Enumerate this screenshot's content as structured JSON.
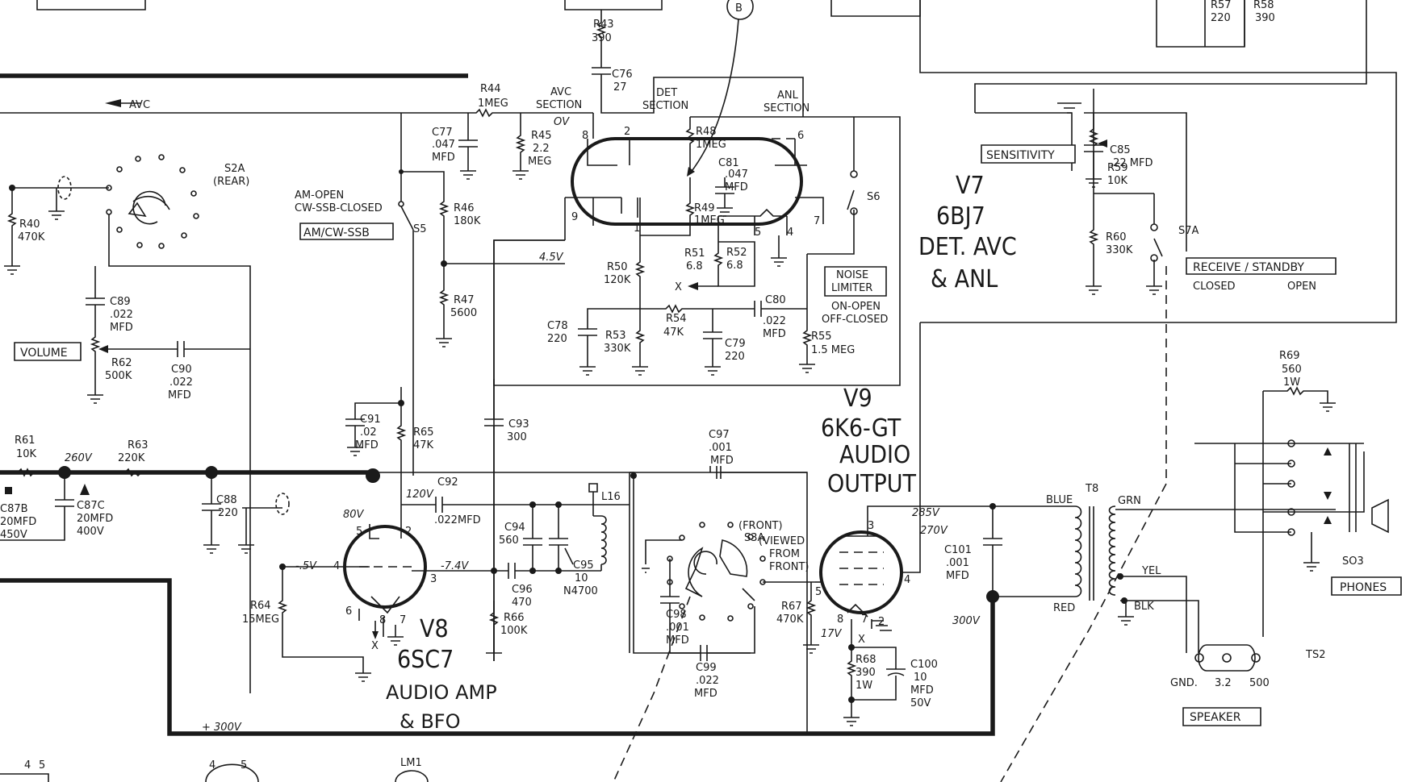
{
  "tubes": {
    "v7": {
      "designator": "V7",
      "type": "6BJ7",
      "function1": "DET. AVC",
      "function2": "& ANL"
    },
    "v8": {
      "designator": "V8",
      "type": "6SC7",
      "function1": "AUDIO AMP",
      "function2": "& BFO"
    },
    "v9": {
      "designator": "V9",
      "type": "6K6-GT",
      "function1": "AUDIO",
      "function2": "OUTPUT"
    }
  },
  "sections": {
    "avc1": "AVC",
    "avc2": "SECTION",
    "det1": "DET",
    "det2": "SECTION",
    "anl1": "ANL",
    "anl2": "SECTION"
  },
  "boxed_labels": {
    "sensitivity": "SENSITIVITY",
    "am_cw_ssb": "AM/CW-SSB",
    "volume": "VOLUME",
    "receive_standby": "RECEIVE / STANDBY",
    "noise_limiter1": "NOISE",
    "noise_limiter2": "LIMITER",
    "phones": "PHONES",
    "speaker": "SPEAKER"
  },
  "switches": {
    "s2a1": "S2A",
    "s2a2": "(REAR)",
    "s5": "S5",
    "s5_note1": "AM-OPEN",
    "s5_note2": "CW-SSB-CLOSED",
    "s6": "S6",
    "s6_note1": "ON-OPEN",
    "s6_note2": "OFF-CLOSED",
    "s7a": "S7A",
    "s7a_closed": "CLOSED",
    "s7a_open": "OPEN",
    "s3a": "S3A",
    "s3a_front": "(FRONT)",
    "s3a_viewed1": "(VIEWED",
    "s3a_viewed2": "FROM",
    "s3a_viewed3": "FRONT)"
  },
  "components": {
    "r43": [
      "R43",
      "390"
    ],
    "r44": [
      "R44",
      "1MEG"
    ],
    "r45": [
      "R45",
      "2.2",
      "MEG"
    ],
    "r46": [
      "R46",
      "180K"
    ],
    "r47": [
      "R47",
      "5600"
    ],
    "r48": [
      "R48",
      "1MEG"
    ],
    "r49": [
      "R49",
      "1MEG"
    ],
    "r50": [
      "R50",
      "120K"
    ],
    "r51": [
      "R51",
      "6.8"
    ],
    "r52": [
      "R52",
      "6.8"
    ],
    "r53": [
      "R53",
      "330K"
    ],
    "r54": [
      "R54",
      "47K"
    ],
    "r55": [
      "R55",
      "1.5 MEG"
    ],
    "r57": [
      "R57",
      "220"
    ],
    "r58": [
      "R58",
      "390"
    ],
    "r59": [
      "R59",
      "10K"
    ],
    "r60": [
      "R60",
      "330K"
    ],
    "r40": [
      "R40",
      "470K"
    ],
    "r61": [
      "R61",
      "10K"
    ],
    "r62": [
      "R62",
      "500K"
    ],
    "r63": [
      "R63",
      "220K"
    ],
    "r64": [
      "R64",
      "15MEG"
    ],
    "r65": [
      "R65",
      "47K"
    ],
    "r66": [
      "R66",
      "100K"
    ],
    "r67": [
      "R67",
      "470K"
    ],
    "r68": [
      "R68",
      "390",
      "1W"
    ],
    "r69": [
      "R69",
      "560",
      "1W"
    ],
    "c76": [
      "C76",
      "27"
    ],
    "c77": [
      "C77",
      ".047",
      "MFD"
    ],
    "c78": [
      "C78",
      "220"
    ],
    "c79": [
      "C79",
      "220"
    ],
    "c80": [
      "C80",
      ".022",
      "MFD"
    ],
    "c81": [
      "C81",
      ".047",
      "MFD"
    ],
    "c85": [
      "C85",
      ".22 MFD"
    ],
    "c87b": [
      "C87B",
      "20MFD",
      "450V"
    ],
    "c87c": [
      "C87C",
      "20MFD",
      "400V"
    ],
    "c88": [
      "C88",
      "220"
    ],
    "c89": [
      "C89",
      ".022",
      "MFD"
    ],
    "c90": [
      "C90",
      ".022",
      "MFD"
    ],
    "c91": [
      "C91",
      ".02",
      "MFD"
    ],
    "c92": [
      "C92",
      ".022MFD"
    ],
    "c93": [
      "C93",
      "300"
    ],
    "c94": [
      "C94",
      "560"
    ],
    "c95": [
      "C95",
      "10",
      "N4700"
    ],
    "c96": [
      "C96",
      "470"
    ],
    "c97": [
      "C97",
      ".001",
      "MFD"
    ],
    "c98": [
      "C98",
      ".001",
      "MFD"
    ],
    "c99": [
      "C99",
      ".022",
      "MFD"
    ],
    "c100": [
      "C100",
      "10",
      "MFD",
      "50V"
    ],
    "c101": [
      "C101",
      ".001",
      "MFD"
    ],
    "l16": "L16",
    "t8": "T8",
    "so3": "SO3",
    "ts2": "TS2",
    "lm1": "LM1"
  },
  "voltages": {
    "ov": "OV",
    "v45": "4.5V",
    "v260": "260V",
    "v120": "120V",
    "v80": "80V",
    "vm5": "-.5V",
    "vm74": "-7.4V",
    "v285": "285V",
    "v270": "270V",
    "v300": "300V",
    "v17": "17V",
    "v300p": "+ 300V"
  },
  "misc": {
    "avc_arrow": "AVC",
    "b_marker": "B",
    "blue": "BLUE",
    "grn": "GRN",
    "yel": "YEL",
    "red": "RED",
    "blk": "BLK",
    "gnd": "GND.",
    "t32": "3.2",
    "t500": "500",
    "x": "X",
    "pins": [
      "8",
      "2",
      "6",
      "9",
      "1",
      "5",
      "4",
      "7",
      "3"
    ],
    "bottom_pins": [
      "4",
      "5"
    ]
  }
}
